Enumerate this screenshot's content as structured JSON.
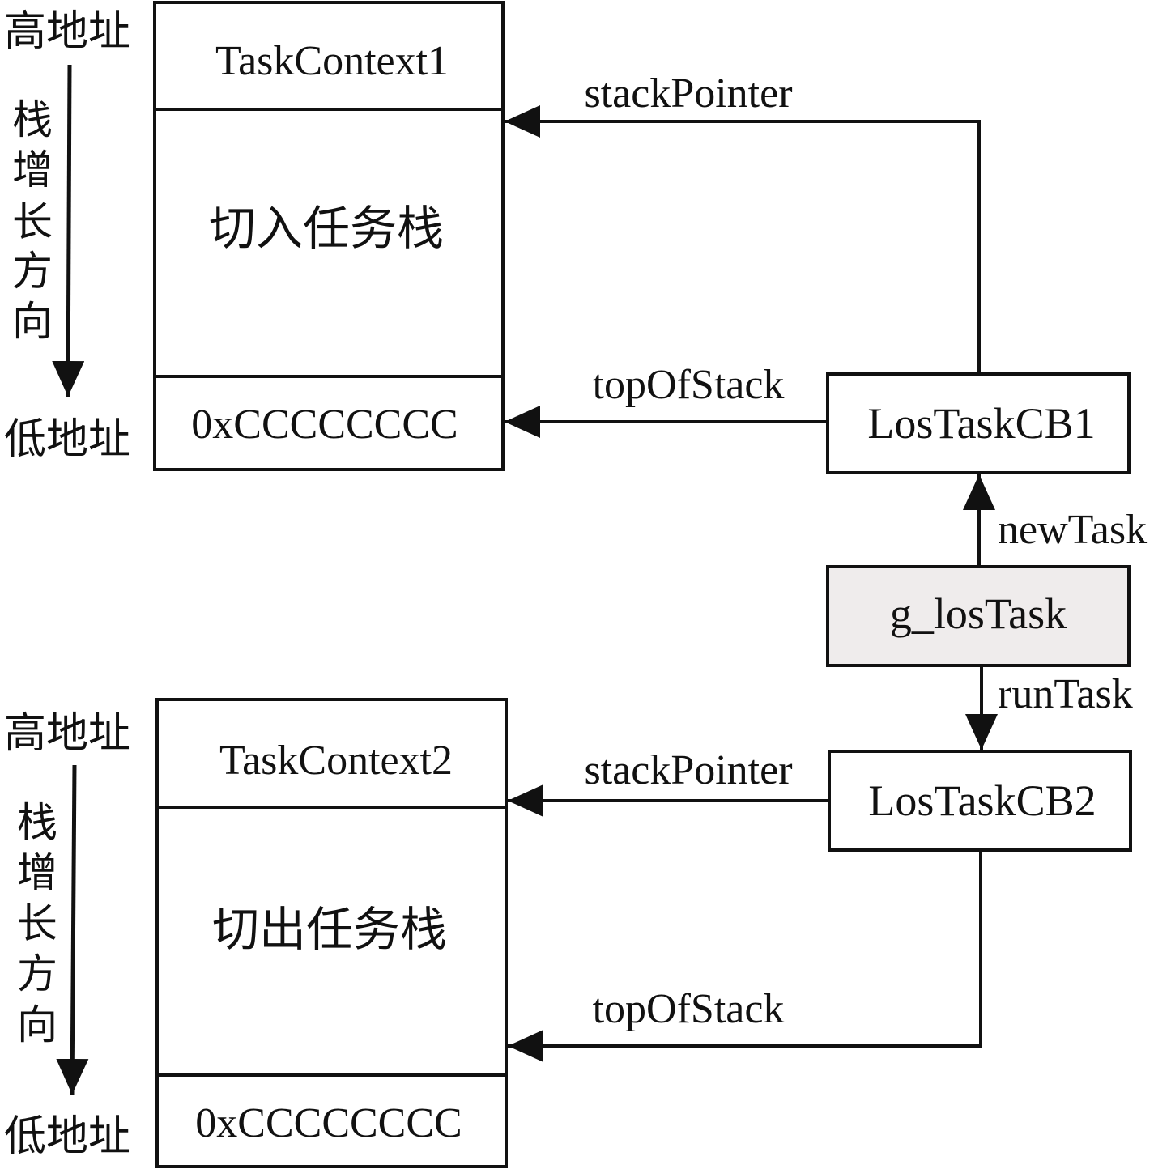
{
  "stack1": {
    "high_address": "高地址",
    "growth_direction": [
      "栈",
      "增",
      "长",
      "方",
      "向"
    ],
    "low_address": "低地址",
    "context_label": "TaskContext1",
    "stack_label": "切入任务栈",
    "bottom_value": "0xCCCCCCCC"
  },
  "stack2": {
    "high_address": "高地址",
    "growth_direction": [
      "栈",
      "增",
      "长",
      "方",
      "向"
    ],
    "low_address": "低地址",
    "context_label": "TaskContext2",
    "stack_label": "切出任务栈",
    "bottom_value": "0xCCCCCCCC"
  },
  "tcb1": {
    "label": "LosTaskCB1"
  },
  "tcb2": {
    "label": "LosTaskCB2"
  },
  "global_task": {
    "label": "g_losTask",
    "fill": "#efecec"
  },
  "edges": {
    "tcb1_stack_pointer": "stackPointer",
    "tcb1_top_of_stack": "topOfStack",
    "tcb2_stack_pointer": "stackPointer",
    "tcb2_top_of_stack": "topOfStack",
    "new_task": "newTask",
    "run_task": "runTask"
  },
  "colors": {
    "line": "#111111",
    "box_fill": "#ffffff"
  }
}
